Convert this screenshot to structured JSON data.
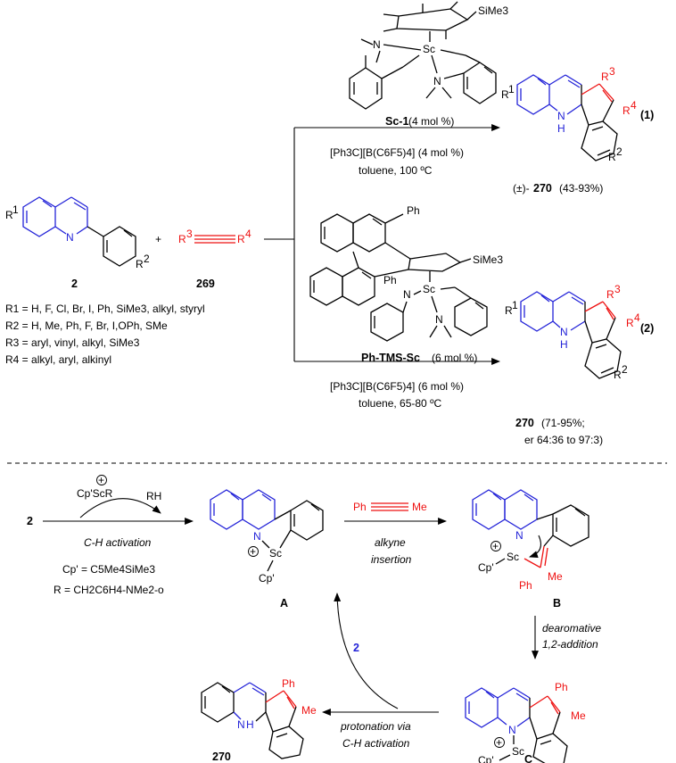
{
  "reaction1": {
    "catalyst_label": "Sc-1",
    "catalyst_loading": "(4 mol %)",
    "activator": "[Ph3C][B(C6F5)4] (4 mol %)",
    "conditions": "toluene, 100 ºC",
    "product_prefix": "(±)-",
    "product_number": "270",
    "yield": "(43-93%)",
    "equation_number": "(1)"
  },
  "reaction2": {
    "catalyst_label": "Ph-TMS-Sc",
    "catalyst_loading": "(6 mol %)",
    "activator": "[Ph3C][B(C6F5)4] (6 mol %)",
    "conditions": "toluene, 65-80 ºC",
    "product_number": "270",
    "yield_line1": "(71-95%;",
    "yield_line2": "er 64:36 to 97:3)",
    "equation_number": "(2)"
  },
  "substrates": {
    "quinoline_label": "2",
    "alkyne_label": "269",
    "plus": "+"
  },
  "scope": {
    "r1": "R1 = H, F, Cl, Br, I, Ph, SiMe3, alkyl, styryl",
    "r2": "R2 = H, Me, Ph, F, Br, I,OPh, SMe",
    "r3": "R3 = aryl, vinyl, alkyl, SiMe3",
    "r4": "R4 = alkyl, aryl, alkinyl"
  },
  "mechanism": {
    "start_label": "2",
    "step1_reagent": "Cp'ScR",
    "step1_byproduct": "RH",
    "step1_name": "C-H activation",
    "cp_definition": "Cp' = C5Me4SiMe3",
    "r_definition": "R = CH2C6H4-NMe2-o",
    "intermediate_a": "A",
    "alkyne_ph": "Ph",
    "alkyne_me": "Me",
    "step2_name_1": "alkyne",
    "step2_name_2": "insertion",
    "intermediate_b": "B",
    "step3_name_1": "dearomative",
    "step3_name_2": "1,2-addition",
    "intermediate_c": "C",
    "step4_name_1": "protonation via",
    "step4_name_2": "C-H activation",
    "regen_label": "2",
    "product_label": "270"
  },
  "atoms": {
    "sc": "Sc",
    "n": "N",
    "nh_n": "N",
    "nh_h": "H",
    "ph": "Ph",
    "me": "Me",
    "sime3": "SiMe3",
    "cp": "Cp'"
  },
  "colors": {
    "quinoline": "#2323d8",
    "alkyne": "#e11111",
    "text": "#000000"
  }
}
